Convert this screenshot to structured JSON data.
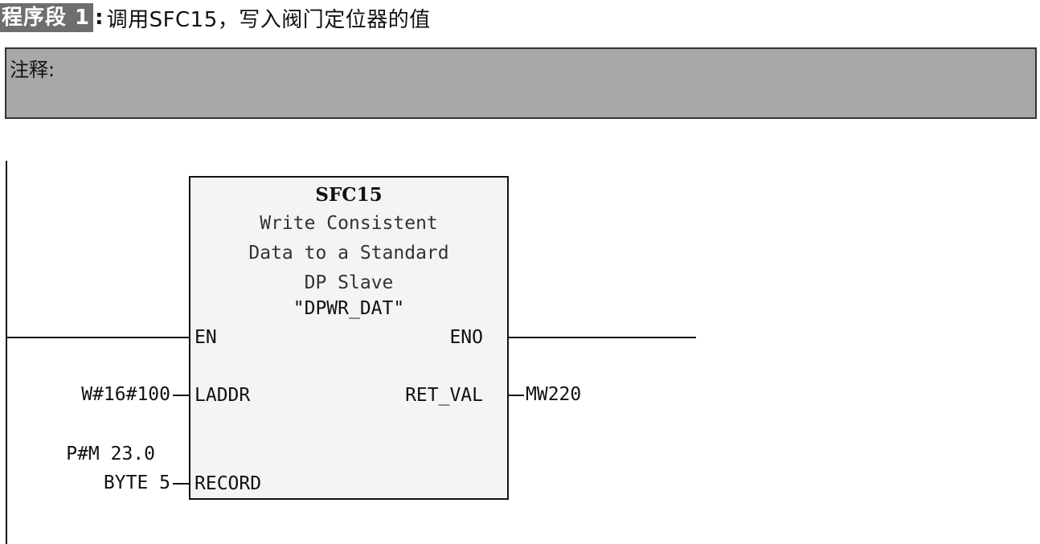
{
  "network": {
    "label": "程序段 1",
    "colon": ":",
    "description": "调用SFC15，写入阀门定位器的值"
  },
  "comment": {
    "label": "注释:"
  },
  "block": {
    "name": "SFC15",
    "description_lines": [
      "Write Consistent",
      "Data to a Standard",
      "DP Slave"
    ],
    "symbol": "\"DPWR_DAT\"",
    "inputs": {
      "en": "EN",
      "laddr": "LADDR",
      "record": "RECORD"
    },
    "outputs": {
      "eno": "ENO",
      "ret_val": "RET_VAL"
    }
  },
  "operands": {
    "laddr": "W#16#100",
    "record_line1": "P#M 23.0",
    "record_line2": "BYTE 5",
    "ret_val": "MW220"
  }
}
